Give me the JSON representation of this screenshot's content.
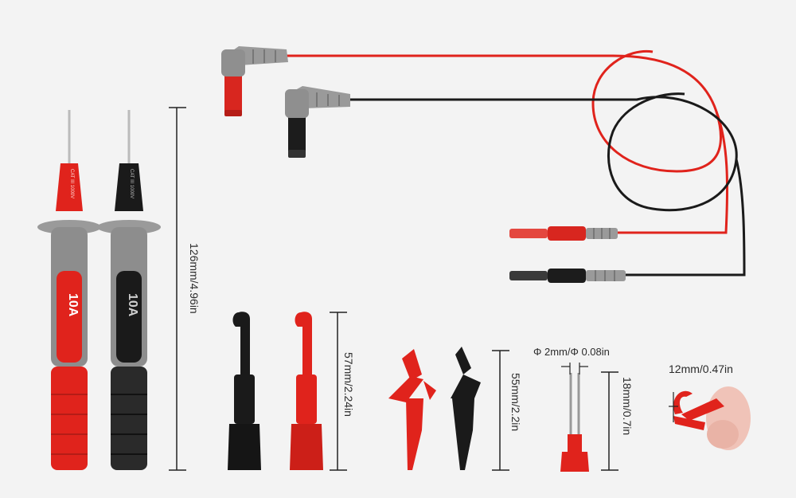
{
  "colors": {
    "background": "#f3f3f3",
    "red": "#e0231c",
    "black": "#1a1a1a",
    "gray": "#8d8d8d",
    "dimension_line": "#222222"
  },
  "items": [
    {
      "name": "probe-pen-red",
      "rating_mark": "10A",
      "marking": "CAT III 1000V"
    },
    {
      "name": "probe-pen-black",
      "rating_mark": "10A",
      "marking": "CAT III 1000V"
    },
    {
      "name": "test-lead-cable-red"
    },
    {
      "name": "test-lead-cable-black"
    },
    {
      "name": "hook-clip-black"
    },
    {
      "name": "hook-clip-red"
    },
    {
      "name": "alligator-clip-red"
    },
    {
      "name": "alligator-clip-black"
    },
    {
      "name": "pin-probe"
    },
    {
      "name": "mini-grabber-clip"
    }
  ],
  "dimensions": {
    "probe_length": "126mm/4.96in",
    "hook_clip_length": "57mm/2.24in",
    "alligator_clip_length": "55mm/2.2in",
    "pin_diameter": "Φ 2mm/Φ 0.08in",
    "pin_length": "18mm/0.7in",
    "grabber_opening": "12mm/0.47in"
  }
}
